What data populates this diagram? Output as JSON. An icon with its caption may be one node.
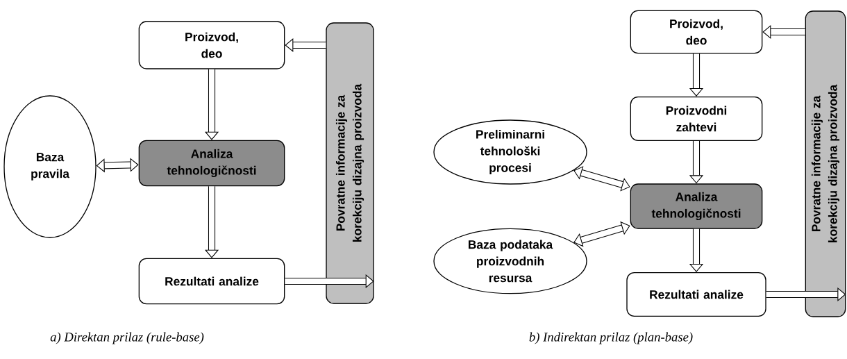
{
  "diagram": {
    "nodes": [
      {
        "text": [
          "Proizvod, deo"
        ]
      },
      {
        "text": [
          "Baza pravila"
        ]
      },
      {
        "text": [
          "Analiza tehnologičnosti"
        ]
      },
      {
        "text": [
          "Rezultati analize"
        ]
      },
      {
        "text": [
          "Povratne informacije za korekciju dizajna proizvoda"
        ]
      },
      {
        "text": [
          "Proizvod, deo"
        ]
      },
      {
        "text": [
          "Proizvodni zahtevi"
        ]
      },
      {
        "text": [
          "Preliminarni tehnološki procesi"
        ]
      },
      {
        "text": [
          "Analiza tehnologičnosti"
        ]
      },
      {
        "text": [
          "Baza podataka proizvodnih resursa"
        ]
      },
      {
        "text": [
          "Rezultati analize"
        ]
      },
      {
        "text": [
          "Povratne informacije za korekciju dizajna proizvoda"
        ]
      }
    ],
    "edges": [
      {
        "from": 0,
        "to": 2,
        "arrow": "to"
      },
      {
        "from": 1,
        "to": 2,
        "arrow": "both"
      },
      {
        "from": 2,
        "to": 3,
        "arrow": "to"
      },
      {
        "from": 3,
        "to": 4,
        "arrow": "to"
      },
      {
        "from": 4,
        "to": 0,
        "arrow": "to"
      },
      {
        "from": 5,
        "to": 6,
        "arrow": "to"
      },
      {
        "from": 6,
        "to": 8,
        "arrow": "to"
      },
      {
        "from": 7,
        "to": 8,
        "arrow": "both"
      },
      {
        "from": 9,
        "to": 8,
        "arrow": "both"
      },
      {
        "from": 8,
        "to": 10,
        "arrow": "to"
      },
      {
        "from": 10,
        "to": 11,
        "arrow": "to"
      },
      {
        "from": 11,
        "to": 5,
        "arrow": "to"
      }
    ],
    "labels": [
      "a) Direktan prilaz (rule-base)",
      "b) Indirektan prilaz (plan-base)"
    ]
  }
}
